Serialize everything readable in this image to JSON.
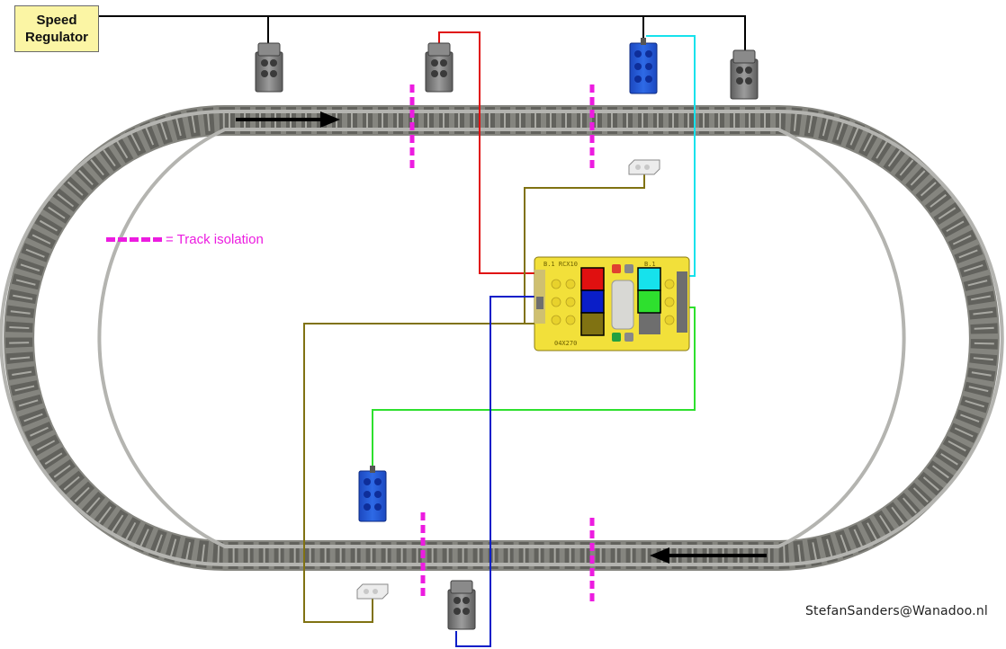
{
  "speed_regulator": {
    "line1": "Speed",
    "line2": "Regulator"
  },
  "legend": {
    "text": "= Track isolation"
  },
  "credit": "StefanSanders@Wanadoo.nl",
  "rcx": {
    "top_left": "B.1 RCX10",
    "top_right": "B.1",
    "bottom": "04X270"
  },
  "colors": {
    "track_isolation": "#ec1ce0",
    "wire_black": "#000000",
    "wire_red": "#e01010",
    "wire_blue": "#0a1ec8",
    "wire_olive": "#807212",
    "wire_cyan": "#16e2ec",
    "wire_green": "#2ee02e",
    "rcx_body": "#f2e03a",
    "speed_box": "#fbf5a4"
  }
}
